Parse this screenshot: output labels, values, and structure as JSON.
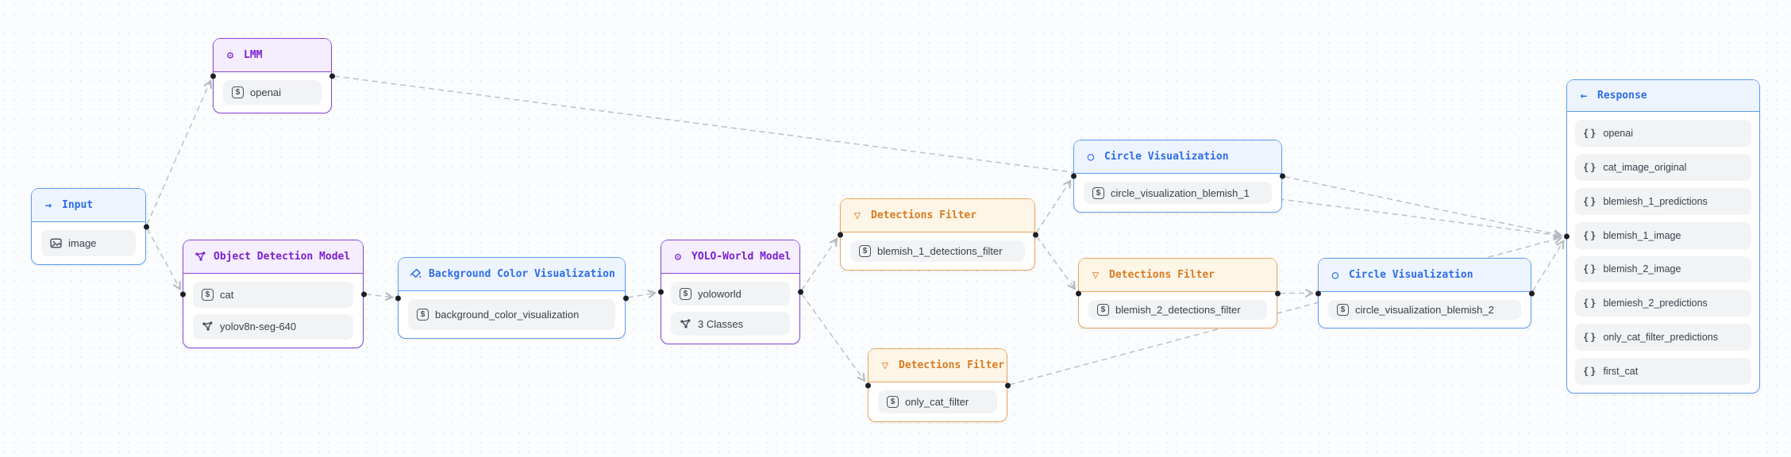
{
  "canvas": {
    "background_color": "#fbfcfd",
    "grid_dot_color": "#e7e9ed",
    "edge_color": "#bcc0c7",
    "port_color": "#1b1e23"
  },
  "palette": {
    "purple_border": "#8543dd",
    "purple_header_bg": "#f5eefe",
    "purple_title": "#7a1fd1",
    "blue_border": "#5d9cf6",
    "blue_header_bg": "#edf4fe",
    "blue_title": "#2e6ce6",
    "orange_border": "#e8a55f",
    "orange_header_bg": "#fdf5e6",
    "orange_title": "#d97b22",
    "item_bg": "#f2f3f5",
    "item_text": "#39404b"
  },
  "icons": {
    "arrow-right-icon": "→",
    "arrow-left-icon": "←",
    "model-icon": "⚙",
    "funnel-icon": "▽",
    "circle-icon": "○",
    "dollar-icon": "$",
    "braces-icon": "{}"
  },
  "nodes": [
    {
      "id": "input",
      "title": "Input",
      "color": "blue",
      "header_icon": "arrow-right-icon",
      "items": [
        {
          "icon": "image-icon",
          "label": "image"
        }
      ]
    },
    {
      "id": "lmm",
      "title": "LMM",
      "color": "purple",
      "header_icon": "model-icon",
      "items": [
        {
          "icon": "dollar-icon",
          "label": "openai"
        }
      ]
    },
    {
      "id": "odm",
      "title": "Object Detection Model",
      "color": "purple",
      "header_icon": "molecule-icon",
      "items": [
        {
          "icon": "dollar-icon",
          "label": "cat"
        },
        {
          "icon": "molecule-icon",
          "label": "yolov8n-seg-640"
        }
      ]
    },
    {
      "id": "bcv",
      "title": "Background Color Visualization",
      "color": "blue",
      "header_icon": "paint-bucket-icon",
      "items": [
        {
          "icon": "dollar-icon",
          "label": "background_color_visualization"
        }
      ]
    },
    {
      "id": "yw",
      "title": "YOLO-World Model",
      "color": "purple",
      "header_icon": "model-icon",
      "items": [
        {
          "icon": "dollar-icon",
          "label": "yoloworld"
        },
        {
          "icon": "molecule-icon",
          "label": "3 Classes"
        }
      ]
    },
    {
      "id": "df1",
      "title": "Detections Filter",
      "color": "orange",
      "header_icon": "funnel-icon",
      "items": [
        {
          "icon": "dollar-icon",
          "label": "blemish_1_detections_filter"
        }
      ]
    },
    {
      "id": "cv1",
      "title": "Circle Visualization",
      "color": "blue",
      "header_icon": "circle-icon",
      "items": [
        {
          "icon": "dollar-icon",
          "label": "circle_visualization_blemish_1"
        }
      ]
    },
    {
      "id": "df2",
      "title": "Detections Filter",
      "color": "orange",
      "header_icon": "funnel-icon",
      "items": [
        {
          "icon": "dollar-icon",
          "label": "blemish_2_detections_filter"
        }
      ]
    },
    {
      "id": "cv2",
      "title": "Circle Visualization",
      "color": "blue",
      "header_icon": "circle-icon",
      "items": [
        {
          "icon": "dollar-icon",
          "label": "circle_visualization_blemish_2"
        }
      ]
    },
    {
      "id": "df3",
      "title": "Detections Filter",
      "color": "orange",
      "header_icon": "funnel-icon",
      "items": [
        {
          "icon": "dollar-icon",
          "label": "only_cat_filter"
        }
      ]
    },
    {
      "id": "response",
      "title": "Response",
      "color": "blue",
      "header_icon": "arrow-left-icon",
      "items": [
        {
          "icon": "braces-icon",
          "label": "openai"
        },
        {
          "icon": "braces-icon",
          "label": "cat_image_original"
        },
        {
          "icon": "braces-icon",
          "label": "blemiesh_1_predictions"
        },
        {
          "icon": "braces-icon",
          "label": "blemish_1_image"
        },
        {
          "icon": "braces-icon",
          "label": "blemish_2_image"
        },
        {
          "icon": "braces-icon",
          "label": "blemiesh_2_predictions"
        },
        {
          "icon": "braces-icon",
          "label": "only_cat_filter_predictions"
        },
        {
          "icon": "braces-icon",
          "label": "first_cat"
        }
      ]
    }
  ],
  "edges": [
    {
      "from": "input",
      "from_side": "right",
      "to": "lmm",
      "to_side": "left"
    },
    {
      "from": "input",
      "from_side": "right",
      "to": "odm",
      "to_side": "left"
    },
    {
      "from": "odm",
      "from_side": "right",
      "to": "bcv",
      "to_side": "left"
    },
    {
      "from": "bcv",
      "from_side": "right",
      "to": "yw",
      "to_side": "left"
    },
    {
      "from": "yw",
      "from_side": "right",
      "to": "df1",
      "to_side": "left"
    },
    {
      "from": "yw",
      "from_side": "right",
      "to": "df3",
      "to_side": "left"
    },
    {
      "from": "df1",
      "from_side": "right",
      "to": "cv1",
      "to_side": "left"
    },
    {
      "from": "df1",
      "from_side": "right",
      "to": "df2",
      "to_side": "left"
    },
    {
      "from": "df2",
      "from_side": "right",
      "to": "cv2",
      "to_side": "left"
    },
    {
      "from": "lmm",
      "from_side": "right",
      "to": "response",
      "to_side": "left"
    },
    {
      "from": "cv1",
      "from_side": "right",
      "to": "response",
      "to_side": "left"
    },
    {
      "from": "cv2",
      "from_side": "right",
      "to": "response",
      "to_side": "left"
    },
    {
      "from": "df3",
      "from_side": "right",
      "to": "response",
      "to_side": "left"
    }
  ]
}
